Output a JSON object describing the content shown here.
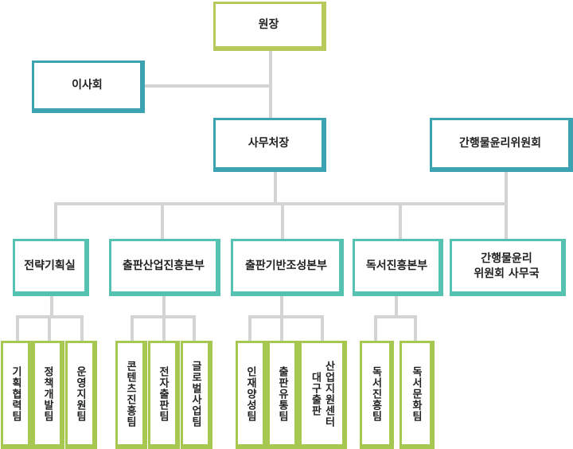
{
  "top": {
    "director": "원장",
    "board": "이사회",
    "secretary_general": "사무처장",
    "ethics_committee": "간행물윤리위원회"
  },
  "divisions": [
    {
      "name": "전략기획실",
      "teams": [
        "기획협력팀",
        "정책개발팀",
        "운영지원팀"
      ]
    },
    {
      "name": "출판산업진흥본부",
      "teams": [
        "콘텐츠진흥팀",
        "전자출판팀",
        "글로벌사업팀"
      ]
    },
    {
      "name": "출판기반조성본부",
      "teams": [
        "인재양성팀",
        "출판유통팀",
        "산업지원센터\n대구출판"
      ]
    },
    {
      "name": "독서진흥본부",
      "teams": [
        "독서진흥팀",
        "독서문화팀"
      ]
    },
    {
      "name": "간행물윤리\n위원회 사무국",
      "teams": []
    }
  ],
  "colors": {
    "director_border": "#b7c95a",
    "board_border": "#3ca3b3",
    "division_border": "#55c1b1",
    "team_border": "#a6c750",
    "connector": "#d4d4d4"
  }
}
